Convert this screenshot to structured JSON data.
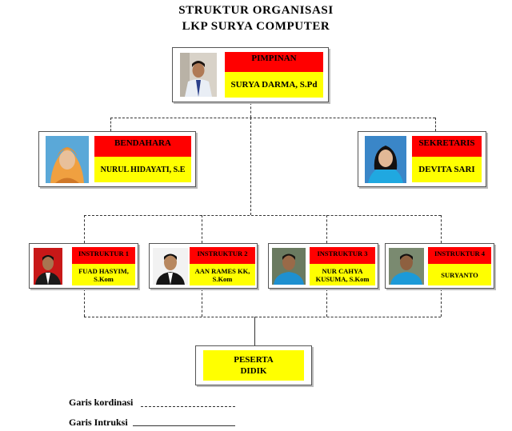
{
  "title": {
    "line1": "STRUKTUR ORGANISASI",
    "line2": "LKP SURYA  COMPUTER"
  },
  "pimpinan": {
    "role": "PIMPINAN",
    "name": "SURYA DARMA, S.Pd"
  },
  "bendahara": {
    "role": "BENDAHARA",
    "name": "NURUL HIDAYATI, S.E"
  },
  "sekretaris": {
    "role": "SEKRETARIS",
    "name": "DEVITA SARI"
  },
  "instruktur": [
    {
      "role": "INSTRUKTUR 1",
      "name": "FUAD HASYIM, S.Kom"
    },
    {
      "role": "INSTRUKTUR 2",
      "name": "AAN RAMES KK, S.Kom"
    },
    {
      "role": "INSTRUKTUR 3",
      "name": "NUR CAHYA KUSUMA, S.Kom"
    },
    {
      "role": "INSTRUKTUR 4",
      "name": "SURYANTO"
    }
  ],
  "peserta": {
    "line1": "PESERTA",
    "line2": "DIDIK"
  },
  "legend": {
    "koordinasi": "Garis kordinasi",
    "instruksi": "Garis Intruksi"
  },
  "colors": {
    "role_bg": "#ff0000",
    "name_bg": "#ffff00"
  }
}
